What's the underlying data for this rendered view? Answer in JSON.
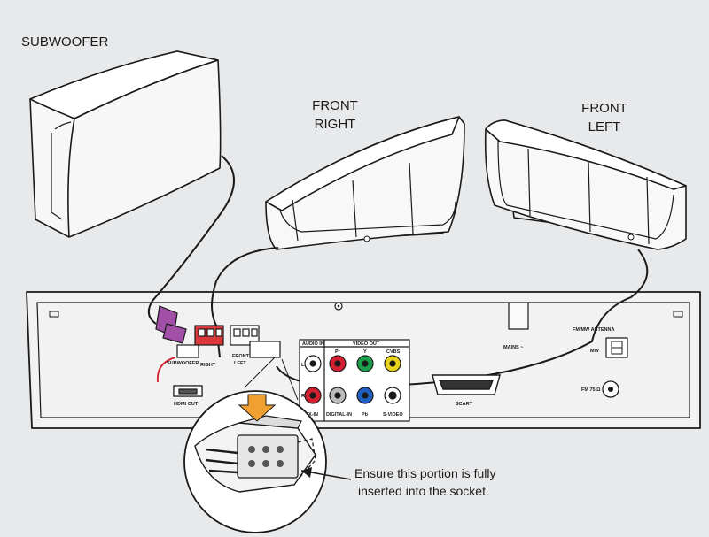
{
  "labels": {
    "subwoofer": "SUBWOOFER",
    "front_right_1": "FRONT",
    "front_right_2": "RIGHT",
    "front_left_1": "FRONT",
    "front_left_2": "LEFT",
    "note_1": "Ensure this portion is fully",
    "note_2": "inserted into the socket."
  },
  "panel": {
    "subwoofer": "SUBWOOFER",
    "right": "RIGHT",
    "front": "FRONT",
    "left": "LEFT",
    "hdmi_out": "HDMI OUT",
    "audio_in": "AUDIO IN",
    "video_out": "VIDEO OUT",
    "pr": "Pr",
    "y": "Y",
    "cvbs": "CVBS",
    "l": "L",
    "r": "R",
    "aux_in": "AUX-IN",
    "digital_in": "DIGITAL-IN",
    "pb": "Pb",
    "s_video": "S-VIDEO",
    "scart": "SCART",
    "mains": "MAINS ~",
    "fm_mw_antenna": "FM/MW ANTENNA",
    "mw": "MW",
    "fm": "FM 75 Ω"
  },
  "colors": {
    "background": "#e8e9eb",
    "video_red": "#d42030",
    "video_green": "#1aa04a",
    "video_yellow": "#e8d21a",
    "video_blue": "#1f5fc0",
    "sub_connector": "#a24fa8",
    "right_connector": "#d8383a",
    "arrow": "#f0a030"
  }
}
